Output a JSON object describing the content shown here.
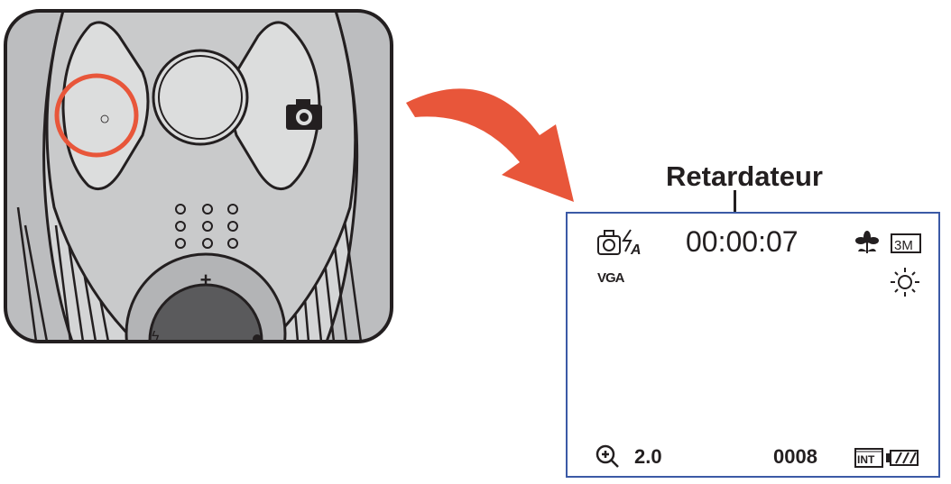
{
  "callout": {
    "label": "Retardateur"
  },
  "lcd": {
    "timer": "00:00:07",
    "resolution": "VGA",
    "image_size_badge": "3M",
    "zoom": "2.0",
    "frame_count": "0008"
  },
  "camera_controls": {
    "selector_small_icon": "○",
    "zoom_plus": "+"
  },
  "icons": {
    "mode": "camera-mode-icon",
    "flash": "flash-auto-icon",
    "macro": "macro-flower-icon",
    "white_balance": "sun-icon",
    "zoom": "zoom-magnifier-icon",
    "memory": "internal-memory-icon",
    "battery": "battery-icon",
    "shutter_button": "camera-icon",
    "speaker": "speaker-grille-icon"
  },
  "colors": {
    "highlight_ring": "#e8563a",
    "arrow": "#e8563a",
    "lcd_border": "#3b5aa6",
    "ink": "#231f20",
    "body_gray": "#c9cacb",
    "button_gray": "#dcdddd",
    "dark_button": "#5a5a5c"
  }
}
